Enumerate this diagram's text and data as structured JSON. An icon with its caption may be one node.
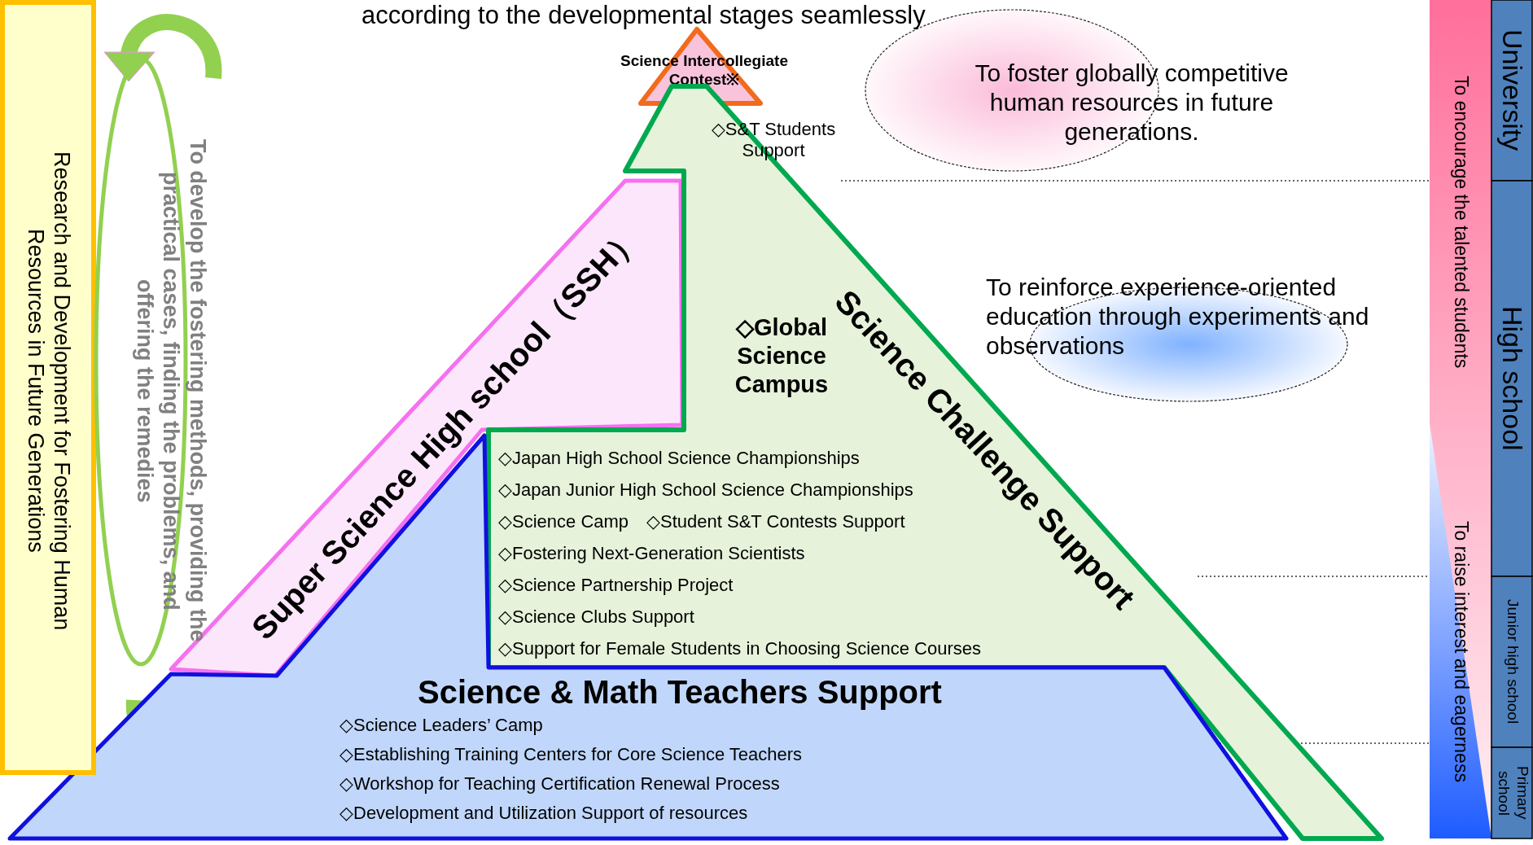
{
  "diagram": {
    "title": "according to the developmental stages seamlessly",
    "nodes": [
      {
        "text": [
          "Science Intercollegiate Contest※"
        ]
      },
      {
        "text": [
          "Super Science High school（SSH）"
        ]
      },
      {
        "text": [
          "Science Challenge Support",
          "◇S&T Students Support",
          "◇Global Science Campus",
          "◇Japan High School Science Championships",
          "◇Japan Junior High School Science Championships",
          "◇Science Camp　◇Student S&T Contests Support",
          "◇Fostering Next-Generation Scientists",
          "◇Science Partnership Project",
          "◇Science Clubs Support",
          "◇Support for Female Students in Choosing Science Courses"
        ]
      },
      {
        "text": [
          "Science & Math Teachers Support",
          "◇Science Leaders’ Camp",
          "◇Establishing Training Centers for Core Science Teachers",
          "◇Workshop for Teaching Certification Renewal Process",
          "◇Development and Utilization Support of resources"
        ]
      },
      {
        "text": [
          "Research and Development for Fostering Human Resources in Future Generations"
        ]
      },
      {
        "text": [
          "To develop the fostering methods, providing the practical cases, finding the problems, and offering the remedies"
        ]
      },
      {
        "text": [
          "To foster globally competitive human resources in future generations."
        ]
      },
      {
        "text": [
          "To reinforce experience-oriented education through experiments and observations"
        ]
      },
      {
        "text": [
          "To encourage the talented students",
          "To raise interest and eagerness"
        ]
      },
      {
        "text": [
          "University"
        ]
      },
      {
        "text": [
          "High school"
        ]
      },
      {
        "text": [
          "Junior high school"
        ]
      },
      {
        "text": [
          "Primary school"
        ]
      }
    ]
  }
}
